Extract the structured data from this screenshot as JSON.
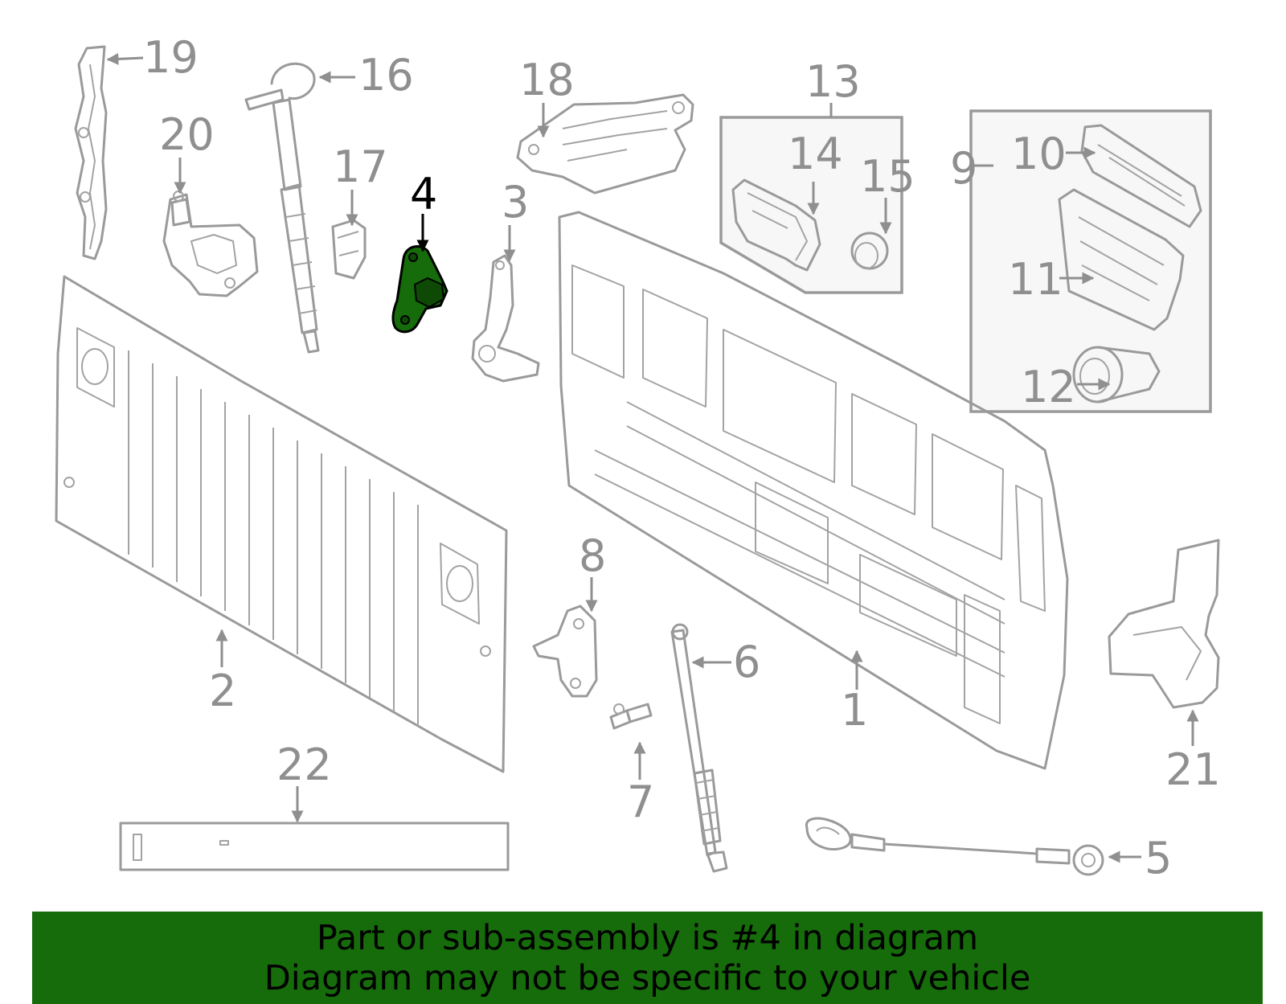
{
  "callouts": {
    "c1": "1",
    "c2": "2",
    "c3": "3",
    "c4": "4",
    "c5": "5",
    "c6": "6",
    "c7": "7",
    "c8": "8",
    "c9": "9",
    "c10": "10",
    "c11": "11",
    "c12": "12",
    "c13": "13",
    "c14": "14",
    "c15": "15",
    "c16": "16",
    "c17": "17",
    "c18": "18",
    "c19": "19",
    "c20": "20",
    "c21": "21",
    "c22": "22"
  },
  "highlight": {
    "part_number": "4",
    "color": "#166b0a"
  },
  "colors": {
    "line": "#9a9a9a",
    "banner": "#166b0a",
    "highlight_outline": "#000000"
  },
  "banner": {
    "line1": "Part or sub-assembly is #4 in diagram",
    "line2": "Diagram may not be specific to your vehicle"
  }
}
